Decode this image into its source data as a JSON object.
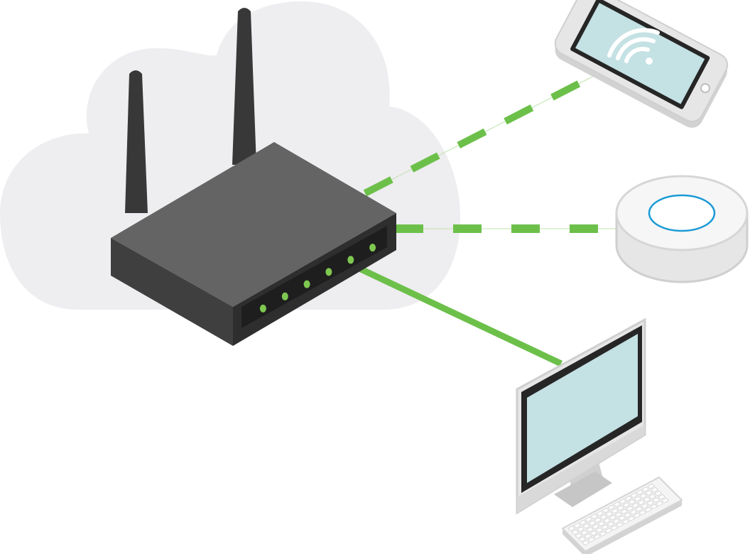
{
  "diagram": {
    "type": "network-topology",
    "hub": {
      "icon": "wireless-router-icon",
      "antennas": 2,
      "status_leds": 6
    },
    "cloud": {
      "icon": "cloud-icon"
    },
    "devices": [
      {
        "icon": "tablet-icon",
        "screen_symbol": "wifi-icon",
        "link": "wireless"
      },
      {
        "icon": "smart-speaker-icon",
        "link": "wireless"
      },
      {
        "icon": "desktop-computer-icon",
        "accessory": "keyboard-icon",
        "link": "wired"
      }
    ],
    "legend_encoding": {
      "wireless": "dashed",
      "wired": "solid"
    }
  },
  "colors": {
    "link": "#6cc04a",
    "cloud": "#eeedf0",
    "router_top": "#646464",
    "router_side": "#3f3f3f",
    "router_front": "#2e2e2e",
    "antenna": "#383838",
    "led": "#7ec850",
    "screen": "#c4e1e4",
    "device_body": "#e6e6e6",
    "device_outline": "#cfcfcf",
    "bezel": "#262626",
    "speaker_ring": "#1a9ad6"
  }
}
